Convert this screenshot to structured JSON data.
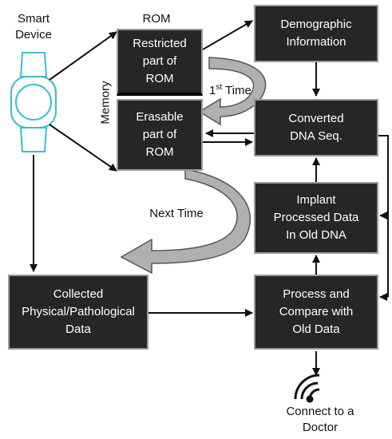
{
  "device": {
    "label": "Smart\nDevice"
  },
  "memory": {
    "rom_label": "ROM",
    "memory_label": "Memory",
    "restricted": "Restricted\npart of\nROM",
    "erasable": "Erasable\npart of\nROM"
  },
  "boxes": {
    "demographic": "Demographic\nInformation",
    "converted": "Converted\nDNA Seq.",
    "implant": "Implant\nProcessed Data\nIn Old DNA",
    "process": "Process and\nCompare with\nOld Data",
    "collected": "Collected\nPhysical/Pathological\nData"
  },
  "arrows": {
    "first_time_num": "1",
    "first_time_sup": "st",
    "first_time_word": " Time",
    "next_time": "Next Time"
  },
  "doctor": {
    "label": "Connect to a\nDoctor"
  },
  "colors": {
    "box_fill": "#262626",
    "box_border": "#9a9a9a",
    "watch": "#3bbcd0",
    "curved_arrow": "#b0b0b0"
  }
}
